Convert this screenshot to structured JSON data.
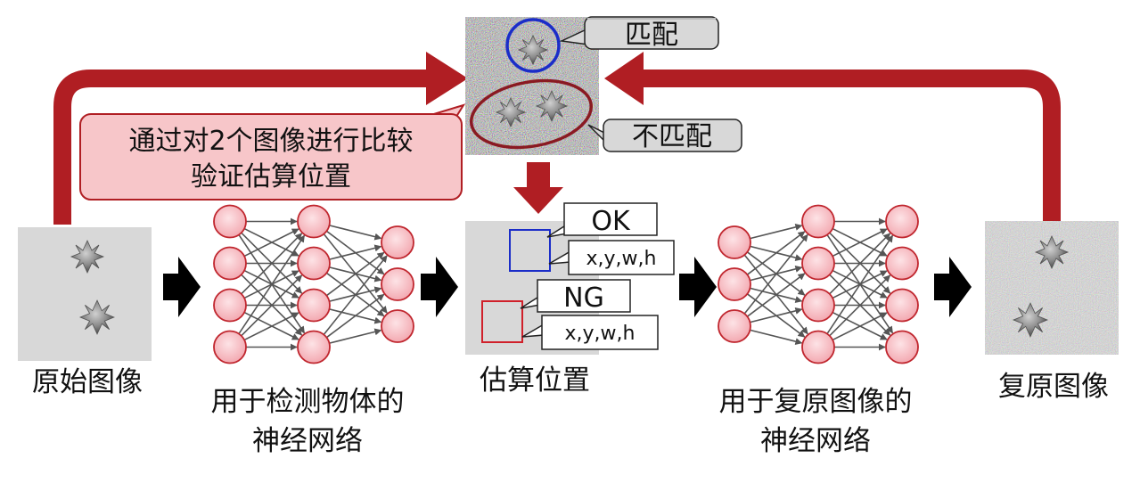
{
  "labels": {
    "original_image": "原始图像",
    "detect_nn_line1": "用于检测物体的",
    "detect_nn_line2": "神经网络",
    "estimated_position": "估算位置",
    "restore_nn_line1": "用于复原图像的",
    "restore_nn_line2": "神经网络",
    "restored_image": "复原图像"
  },
  "callouts": {
    "compare_line1": "通过对2个图像进行比较",
    "compare_line2": "验证估算位置",
    "match": "匹配",
    "no_match": "不匹配",
    "ok": "OK",
    "ng": "NG",
    "coords_ok": "x,y,w,h",
    "coords_ng": "x,y,w,h"
  },
  "colors": {
    "arrow_red": "#b01e23",
    "node_fill": "#f6c1c6",
    "node_stroke": "#c0262e",
    "match_circle": "#1b2dc8",
    "ok_box": "#1b2dc8",
    "ng_box": "#d0202a",
    "callout_fill": "#f7c6c9"
  },
  "networks": {
    "detect": {
      "layers": [
        4,
        4,
        3
      ]
    },
    "restore": {
      "layers": [
        3,
        4,
        4
      ]
    }
  }
}
